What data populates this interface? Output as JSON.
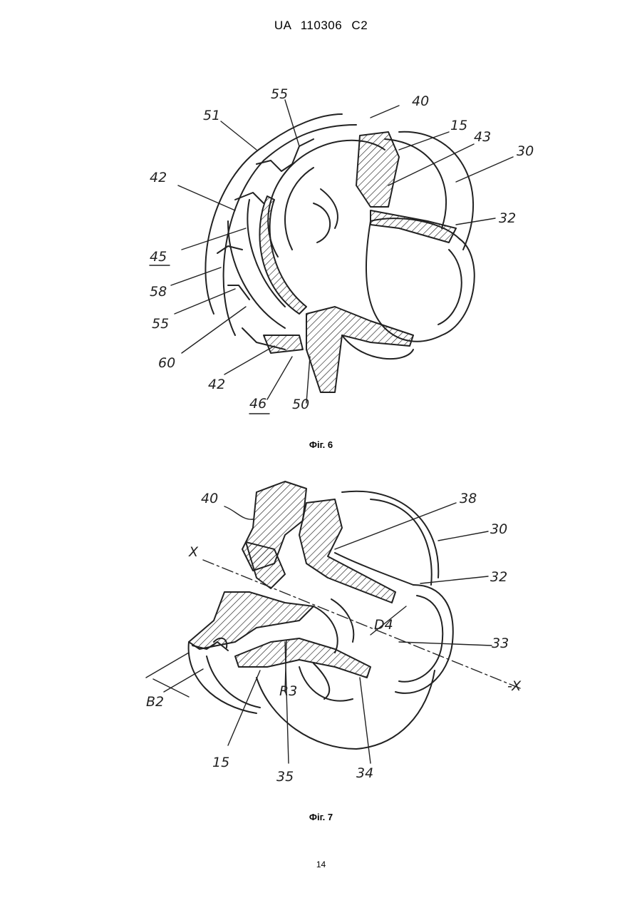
{
  "header": {
    "patent_number": "UA 110306 C2"
  },
  "figures": [
    {
      "caption": "Фіг. 6",
      "labels": {
        "l40": "40",
        "l15": "15",
        "l43": "43",
        "l30": "30",
        "l32": "32",
        "l55a": "55",
        "l51": "51",
        "l42a": "42",
        "l45": "45",
        "l58": "58",
        "l55b": "55",
        "l60": "60",
        "l42b": "42",
        "l46": "46",
        "l50": "50"
      }
    },
    {
      "caption": "Фіг. 7",
      "labels": {
        "l40": "40",
        "l38": "38",
        "l30": "30",
        "lX1": "X",
        "l32": "32",
        "lD4": "D4",
        "l33": "33",
        "lX2": "-X",
        "lB2": "B2",
        "lR3": "R3",
        "l15": "15",
        "l35": "35",
        "l34": "34"
      }
    }
  ],
  "page_number": "14"
}
